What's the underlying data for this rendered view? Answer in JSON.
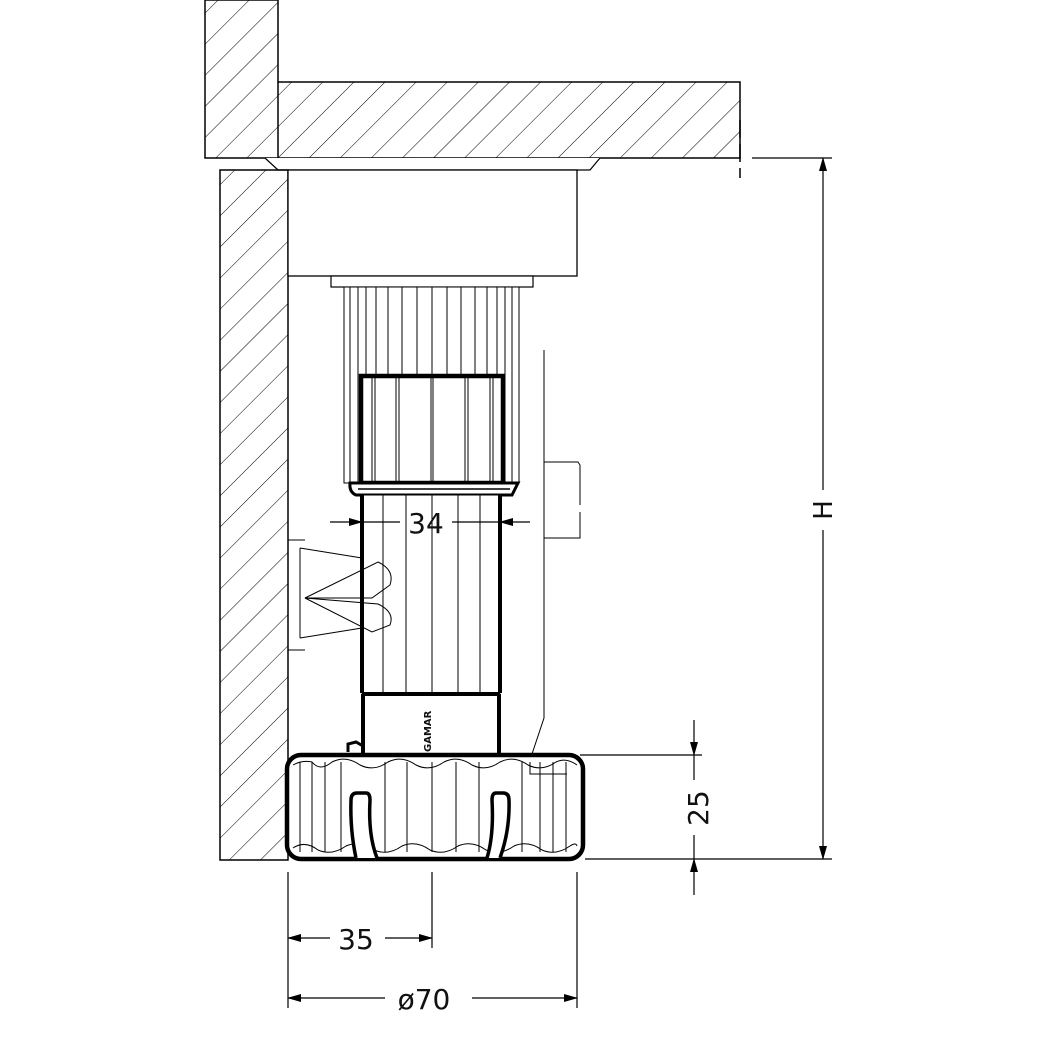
{
  "drawing": {
    "brand_mark": "GAMAR",
    "dimensions": {
      "tube_diameter": "34",
      "height": "H",
      "foot_height": "25",
      "foot_radius": "35",
      "foot_diameter": "ø70"
    },
    "colors": {
      "line": "#000000",
      "background": "#ffffff"
    }
  }
}
